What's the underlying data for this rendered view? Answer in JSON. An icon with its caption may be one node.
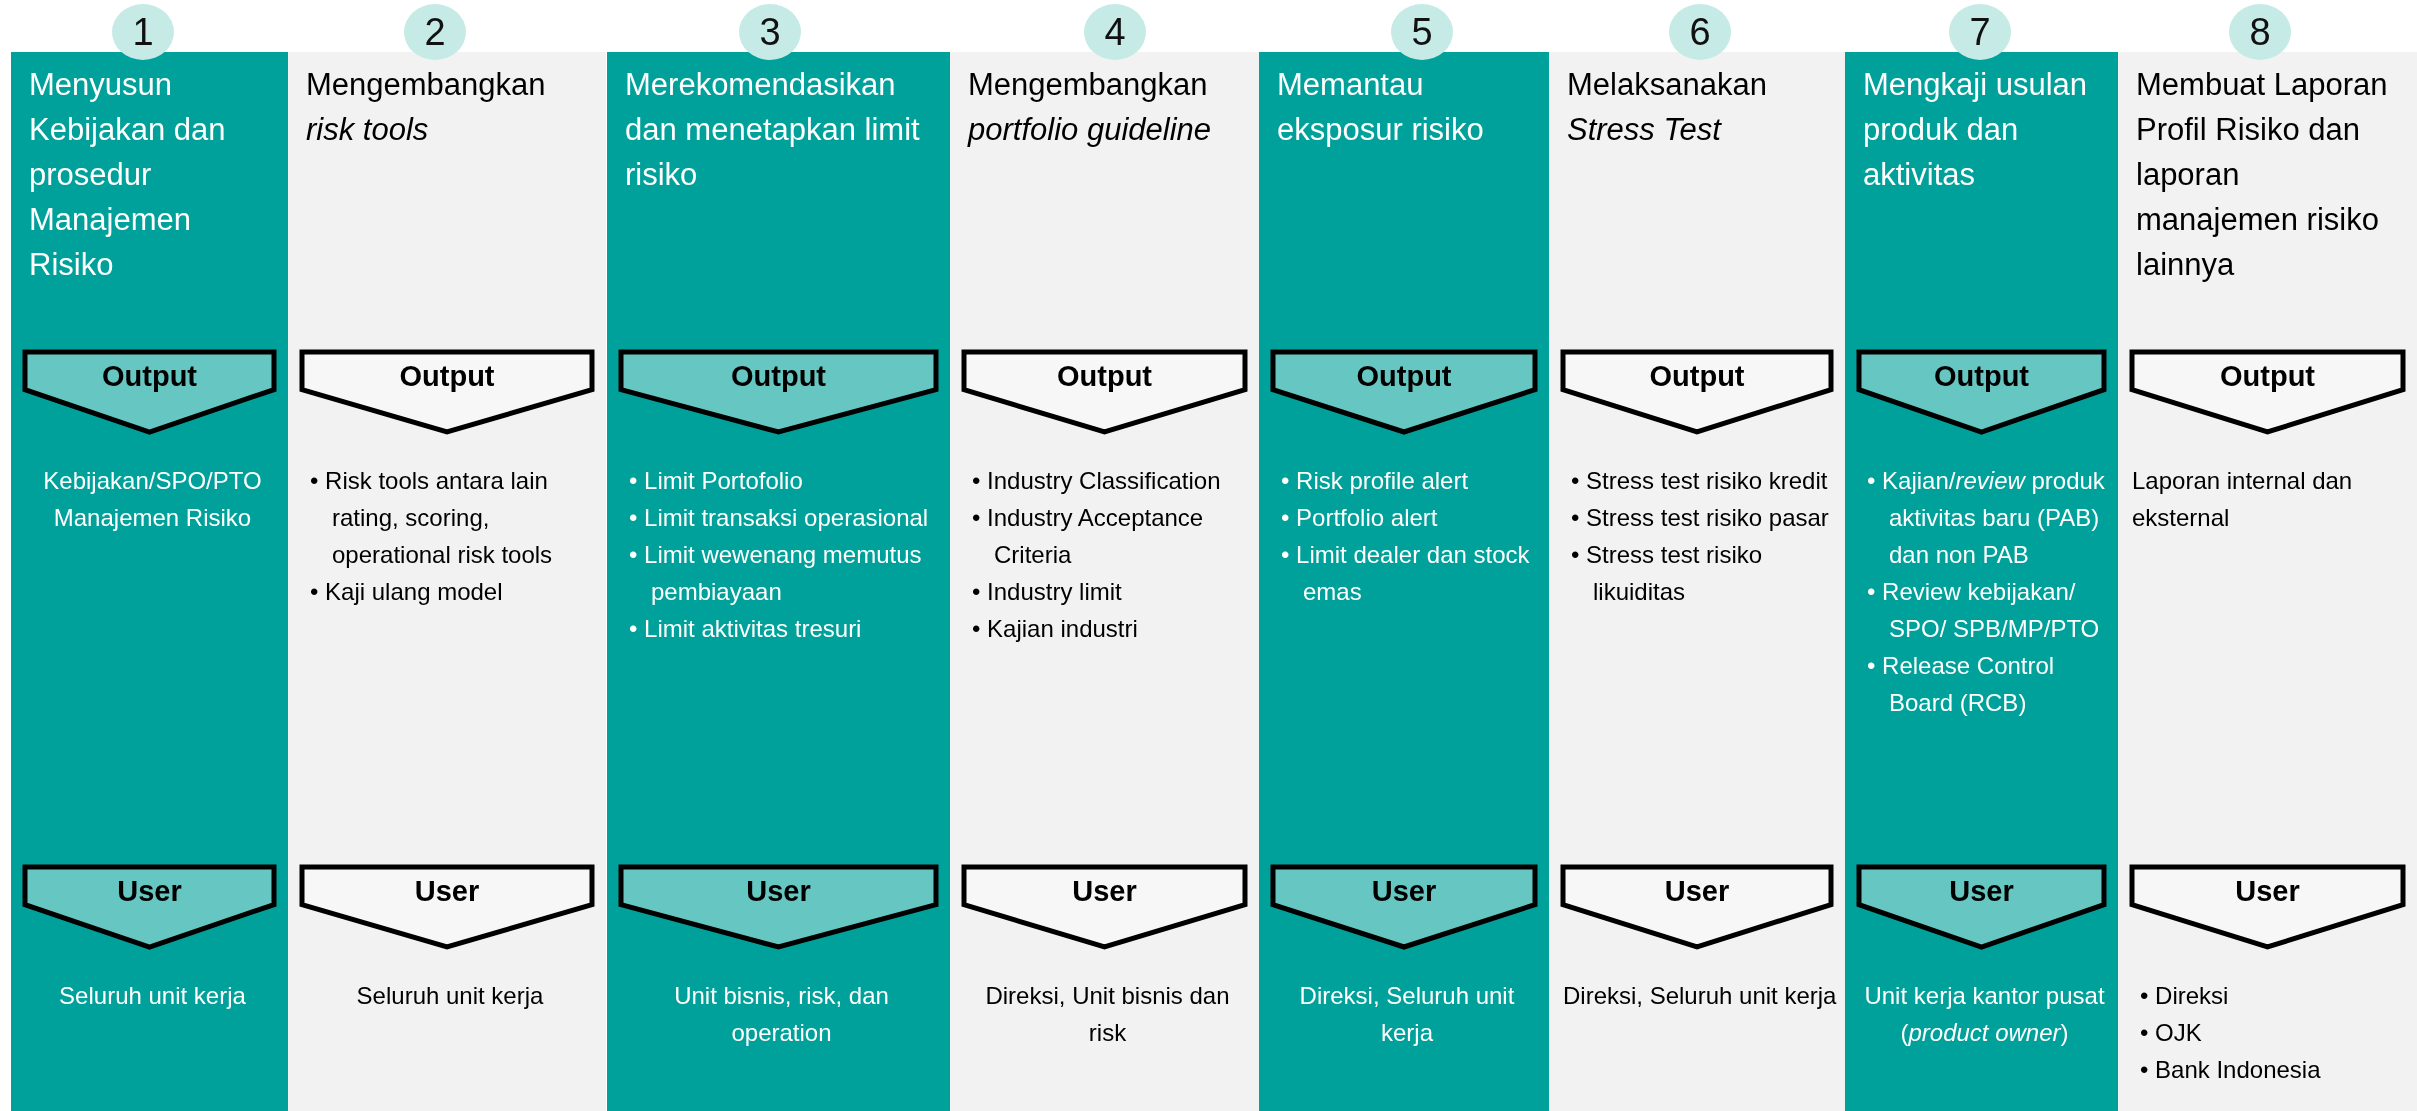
{
  "diagram": {
    "nodes": [
      {
        "text": [
          "1"
        ]
      },
      {
        "text": [
          "Menyusun Kebijakan dan prosedur Manajemen Risiko"
        ]
      },
      {
        "text": [
          "Output"
        ],
        "in": 1,
        "beside": [
          "Kebijakan/SPO/PTO Manajemen Risiko"
        ]
      },
      {
        "text": [
          "User"
        ],
        "in": 1,
        "beside": [
          "Seluruh unit kerja"
        ]
      },
      {
        "text": [
          "2"
        ]
      },
      {
        "text": [
          "Mengembangkan *risk tools*"
        ]
      },
      {
        "text": [
          "Output"
        ],
        "in": 5,
        "beside": [
          "• Risk tools antara lain rating, scoring, operational risk tools",
          "• Kaji ulang model"
        ]
      },
      {
        "text": [
          "User"
        ],
        "in": 5,
        "beside": [
          "Seluruh unit kerja"
        ]
      },
      {
        "text": [
          "3"
        ]
      },
      {
        "text": [
          "Merekomendasikan dan menetapkan limit risiko"
        ]
      },
      {
        "text": [
          "Output"
        ],
        "in": 9,
        "beside": [
          "• Limit Portofolio",
          "• Limit  transaksi operasional",
          "• Limit wewenang memutus pembiayaan",
          "• Limit aktivitas tresuri"
        ]
      },
      {
        "text": [
          "User"
        ],
        "in": 9,
        "beside": [
          "Unit bisnis, risk, dan operation"
        ]
      },
      {
        "text": [
          "4"
        ]
      },
      {
        "text": [
          "Mengembangkan *portfolio guideline*"
        ]
      },
      {
        "text": [
          "Output"
        ],
        "in": 13,
        "beside": [
          "• Industry Classification",
          "• Industry Acceptance Criteria",
          "• Industry limit",
          "• Kajian industri"
        ]
      },
      {
        "text": [
          "User"
        ],
        "in": 13,
        "beside": [
          "Direksi, Unit bisnis dan risk"
        ]
      },
      {
        "text": [
          "5"
        ]
      },
      {
        "text": [
          "Memantau eksposur risiko"
        ]
      },
      {
        "text": [
          "Output"
        ],
        "in": 17,
        "beside": [
          "• Risk profile alert",
          "• Portfolio alert",
          "• Limit dealer dan stock emas"
        ]
      },
      {
        "text": [
          "User"
        ],
        "in": 17,
        "beside": [
          "Direksi, Seluruh unit kerja"
        ]
      },
      {
        "text": [
          "6"
        ]
      },
      {
        "text": [
          "Melaksanakan *Stress Test*"
        ]
      },
      {
        "text": [
          "Output"
        ],
        "in": 21,
        "beside": [
          "• Stress test risiko kredit",
          "• Stress test risiko pasar",
          "• Stress test risiko likuiditas"
        ]
      },
      {
        "text": [
          "User"
        ],
        "in": 21,
        "beside": [
          "Direksi, Seluruh unit kerja"
        ]
      },
      {
        "text": [
          "7"
        ]
      },
      {
        "text": [
          "Mengkaji usulan produk dan aktivitas"
        ]
      },
      {
        "text": [
          "Output"
        ],
        "in": 25,
        "beside": [
          "• Kajian/*review* produk aktivitas baru (PAB) dan non PAB",
          "• Review kebijakan/ SPO/ SPB/MP/PTO",
          "• Release Control Board (RCB)"
        ]
      },
      {
        "text": [
          "User"
        ],
        "in": 25,
        "beside": [
          "Unit kerja kantor pusat (*product owner*)"
        ]
      },
      {
        "text": [
          "8"
        ]
      },
      {
        "text": [
          "Membuat Laporan Profil Risiko dan laporan manajemen risiko lainnya"
        ]
      },
      {
        "text": [
          "Output"
        ],
        "in": 29,
        "beside": [
          "Laporan  internal dan eksternal"
        ]
      },
      {
        "text": [
          "User"
        ],
        "in": 29,
        "beside": [
          "• Direksi",
          "• OJK",
          "• Bank Indonesia"
        ]
      }
    ]
  }
}
